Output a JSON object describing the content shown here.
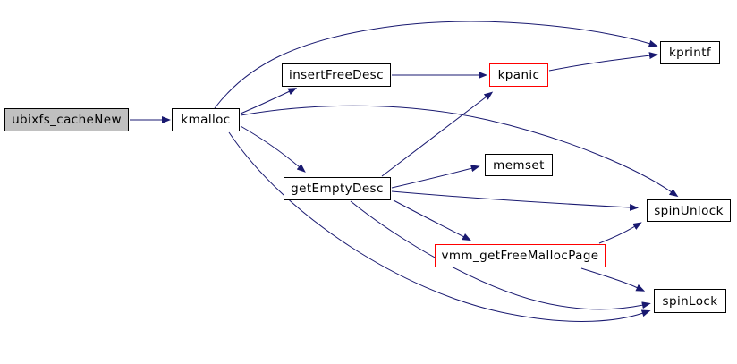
{
  "diagram": {
    "type": "call-graph",
    "colors": {
      "background": "#ffffff",
      "edge": "#191970",
      "node_border": "#000000",
      "highlight_border": "#ff0000",
      "focus_fill": "#c0c0c0",
      "node_fill": "#ffffff",
      "text": "#000000"
    },
    "nodes": [
      {
        "id": "ubixfs_cacheNew",
        "label": "ubixfs_cacheNew",
        "style": "focus"
      },
      {
        "id": "kmalloc",
        "label": "kmalloc",
        "style": "normal"
      },
      {
        "id": "insertFreeDesc",
        "label": "insertFreeDesc",
        "style": "normal"
      },
      {
        "id": "kpanic",
        "label": "kpanic",
        "style": "highlight"
      },
      {
        "id": "kprintf",
        "label": "kprintf",
        "style": "normal"
      },
      {
        "id": "getEmptyDesc",
        "label": "getEmptyDesc",
        "style": "normal"
      },
      {
        "id": "memset",
        "label": "memset",
        "style": "normal"
      },
      {
        "id": "spinUnlock",
        "label": "spinUnlock",
        "style": "normal"
      },
      {
        "id": "vmm_getFreeMallocPage",
        "label": "vmm_getFreeMallocPage",
        "style": "highlight"
      },
      {
        "id": "spinLock",
        "label": "spinLock",
        "style": "normal"
      }
    ],
    "edges": [
      {
        "from": "ubixfs_cacheNew",
        "to": "kmalloc"
      },
      {
        "from": "kmalloc",
        "to": "kprintf"
      },
      {
        "from": "kmalloc",
        "to": "insertFreeDesc"
      },
      {
        "from": "kmalloc",
        "to": "getEmptyDesc"
      },
      {
        "from": "kmalloc",
        "to": "spinUnlock"
      },
      {
        "from": "kmalloc",
        "to": "spinLock"
      },
      {
        "from": "insertFreeDesc",
        "to": "kpanic"
      },
      {
        "from": "kpanic",
        "to": "kprintf"
      },
      {
        "from": "getEmptyDesc",
        "to": "kpanic"
      },
      {
        "from": "getEmptyDesc",
        "to": "memset"
      },
      {
        "from": "getEmptyDesc",
        "to": "spinUnlock"
      },
      {
        "from": "getEmptyDesc",
        "to": "vmm_getFreeMallocPage"
      },
      {
        "from": "getEmptyDesc",
        "to": "spinLock"
      },
      {
        "from": "vmm_getFreeMallocPage",
        "to": "spinUnlock"
      },
      {
        "from": "vmm_getFreeMallocPage",
        "to": "spinLock"
      }
    ]
  }
}
